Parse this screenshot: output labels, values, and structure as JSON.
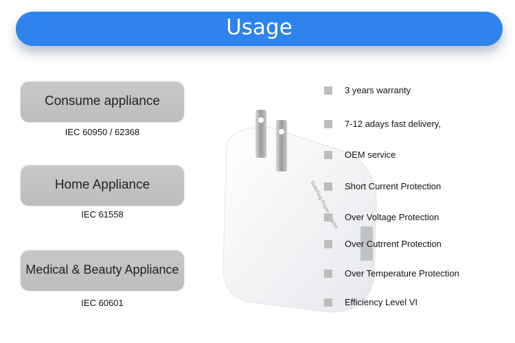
{
  "banner": {
    "title": "Usage",
    "color": "#2e83ec"
  },
  "applications": [
    {
      "label": "Consume appliance",
      "standard": "IEC 60950 / 62368"
    },
    {
      "label": "Home Appliance",
      "standard": "IEC 61558"
    },
    {
      "label": "Medical & Beauty Appliance",
      "standard": "IEC 60601"
    }
  ],
  "features": [
    "3 years warranty",
    "7-12 adays fast delivery,",
    "OEM service",
    "Short Current Protection",
    "Over Voltage Protection",
    "Over Cutrrent Protection",
    "Over Temperature Protection",
    "Efficiency Level VI"
  ],
  "product_image": {
    "label": "Switching Power Adapter"
  }
}
